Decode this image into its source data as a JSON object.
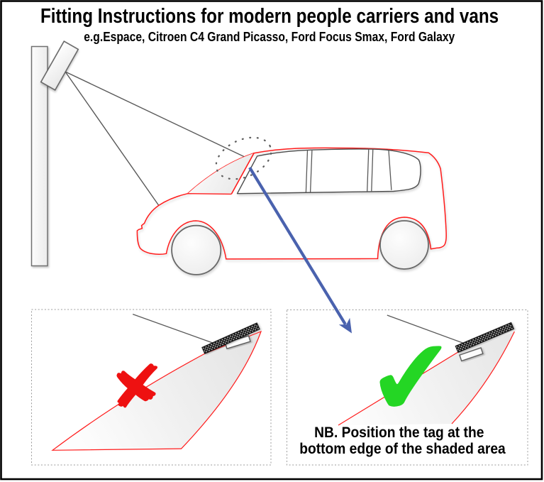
{
  "title": "Fitting Instructions for modern people carriers and vans",
  "subtitle": "e.g.Espace, Citroen C4 Grand Picasso, Ford Focus Smax, Ford Galaxy",
  "note": {
    "line1": "NB. Position the tag at the",
    "line2": "bottom edge of the shaded area"
  },
  "marks": {
    "wrong": "✘",
    "right": "✔"
  },
  "colors": {
    "outline_red": "#ff1b1b",
    "line_gray": "#595959",
    "window_gray": "#4c4c4c",
    "arrow_blue": "#4a62ae",
    "check_green": "#24d624",
    "cross_red": "#ee1111",
    "band_black": "#141414",
    "frame_black": "#000000",
    "panel_border_gray": "#9b9b9b"
  }
}
